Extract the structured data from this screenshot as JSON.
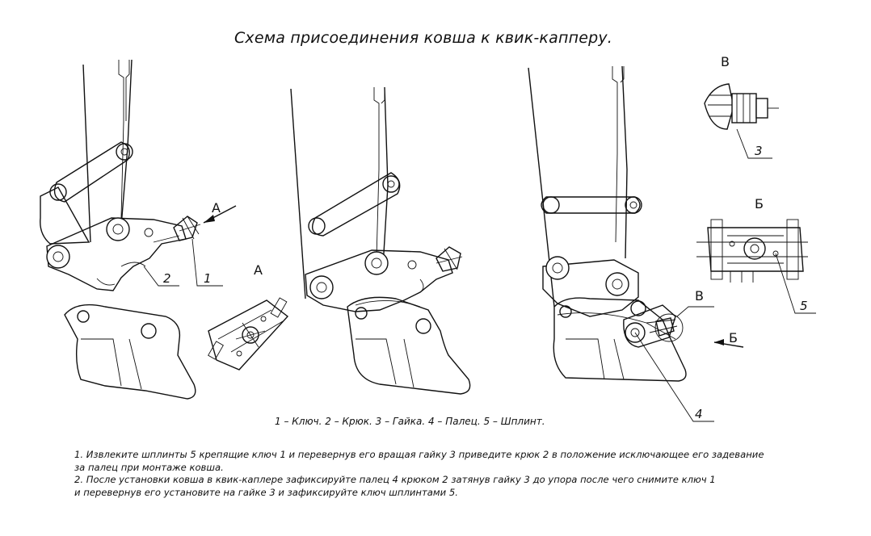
{
  "title": "Схема присоединения ковша к квик-капперу.",
  "view_labels": {
    "a_arrow": "А",
    "a_view": "А",
    "v_top": "В",
    "b_view": "Б",
    "v_callout": "В",
    "b_arrow": "Б"
  },
  "callouts": {
    "n1": "1",
    "n2": "2",
    "n3": "3",
    "n4": "4",
    "n5": "5"
  },
  "legend": "1 – Ключ. 2 – Крюк. 3 – Гайка. 4 – Палец. 5 – Шплинт.",
  "notes": [
    "1. Извлеките шплинты 5 крепящие ключ 1 и перевернув его вращая  гайку 3 приведите крюк 2 в положение исключающее его задевание",
    "за палец при монтаже ковша.",
    "2. После установки ковша в квик-каплере зафиксируйте палец 4  крюком 2 затянув гайку 3 до упора после чего снимите ключ 1",
    "и перевернув его установите на гайке 3 и зафиксируйте ключ   шплинтами 5."
  ]
}
